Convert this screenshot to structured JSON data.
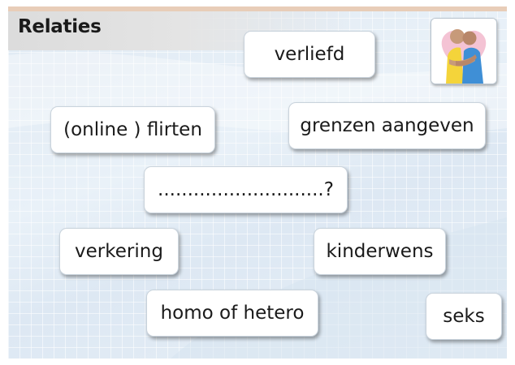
{
  "header": {
    "title": "Relaties"
  },
  "chips": {
    "verliefd": "verliefd",
    "online_flirten": "(online ) flirten",
    "grenzen_aangeven": "grenzen aangeven",
    "question": "............................?",
    "verkering": "verkering",
    "kinderwens": "kinderwens",
    "homo_of_hetero": "homo of hetero",
    "seks": "seks"
  },
  "icons": {
    "logo": "hugging-couple-icon"
  },
  "colors": {
    "background": "#e8f0f8",
    "top_band": "#e8cdb8",
    "title_bar": "#dcdcdc",
    "chip_background": "#ffffff",
    "text": "#1a1a1a"
  }
}
